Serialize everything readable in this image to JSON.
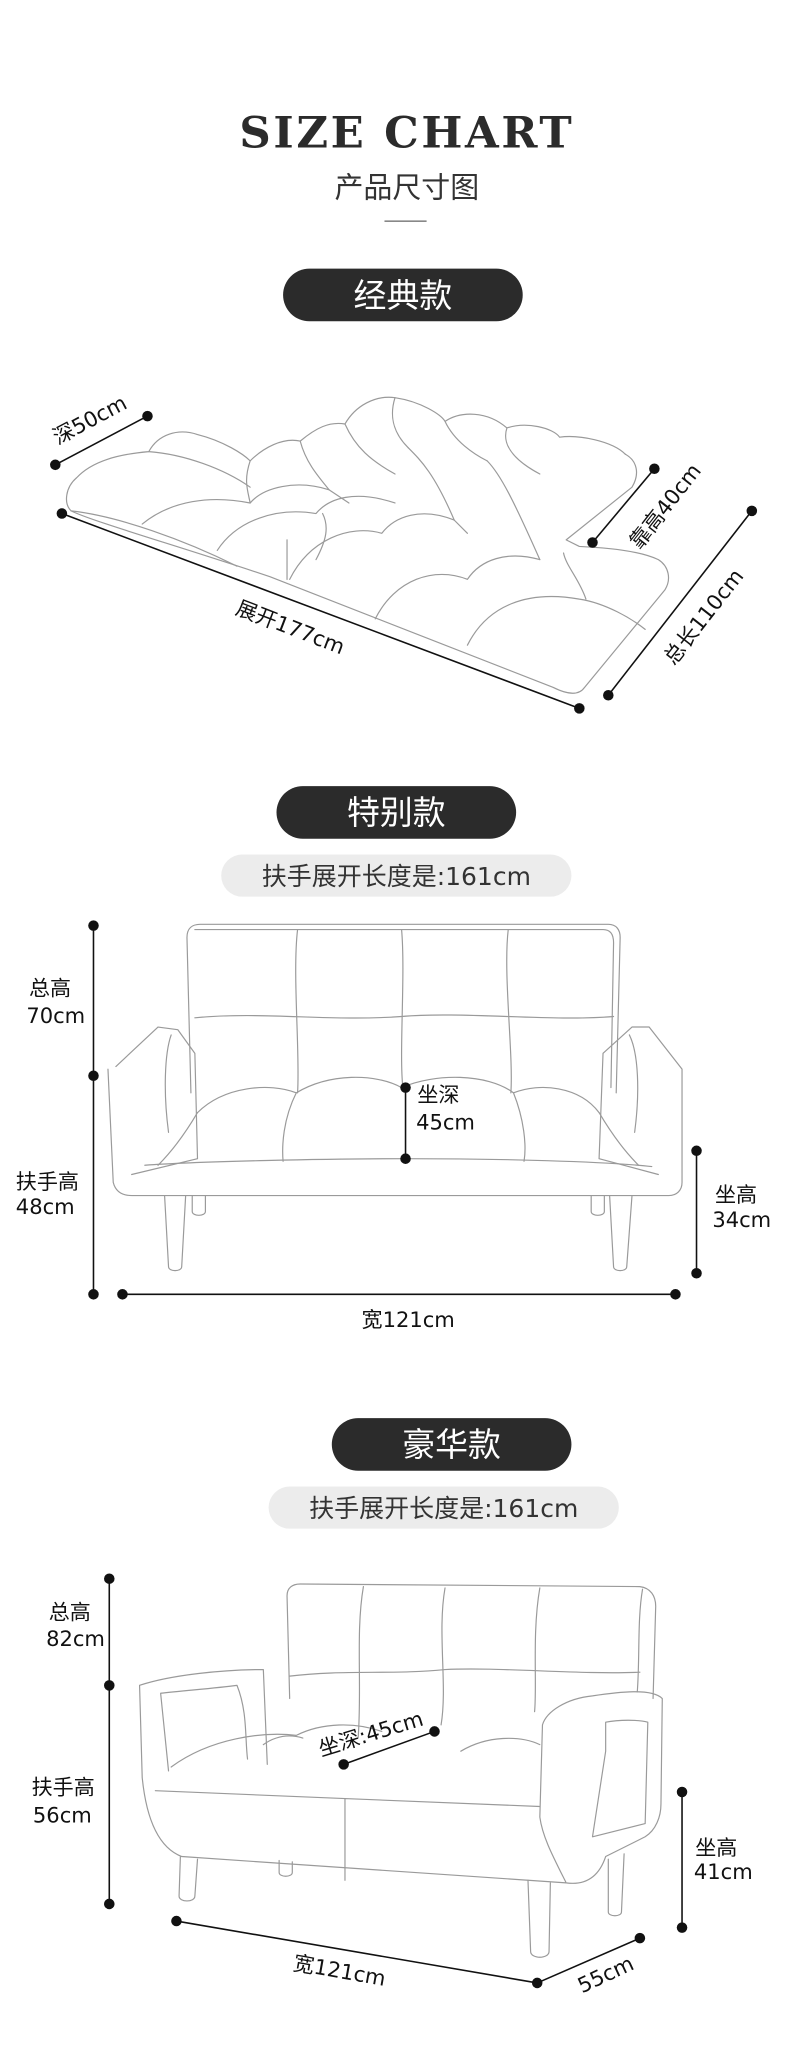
{
  "header": {
    "title": "SIZE CHART",
    "subtitle": "产品尺寸图"
  },
  "sections": [
    {
      "pill": "经典款",
      "dims": {
        "depth": "深50cm",
        "unfolded": "展开177cm",
        "back_height": "靠高40cm",
        "total_length": "总长110cm"
      }
    },
    {
      "pill": "特别款",
      "note": "扶手展开长度是:161cm",
      "dims": {
        "total_height": {
          "label": "总高",
          "value": "70cm"
        },
        "arm_height": {
          "label": "扶手高",
          "value": "48cm"
        },
        "seat_depth": {
          "label": "坐深",
          "value": "45cm"
        },
        "seat_height": {
          "label": "坐高",
          "value": "34cm"
        },
        "width": "宽121cm"
      }
    },
    {
      "pill": "豪华款",
      "note": "扶手展开长度是:161cm",
      "dims": {
        "total_height": {
          "label": "总高",
          "value": "82cm"
        },
        "arm_height": {
          "label": "扶手高",
          "value": "56cm"
        },
        "seat_depth": "坐深:45cm",
        "seat_height": {
          "label": "坐高",
          "value": "41cm"
        },
        "width": "宽121cm",
        "depth": "55cm"
      }
    }
  ]
}
